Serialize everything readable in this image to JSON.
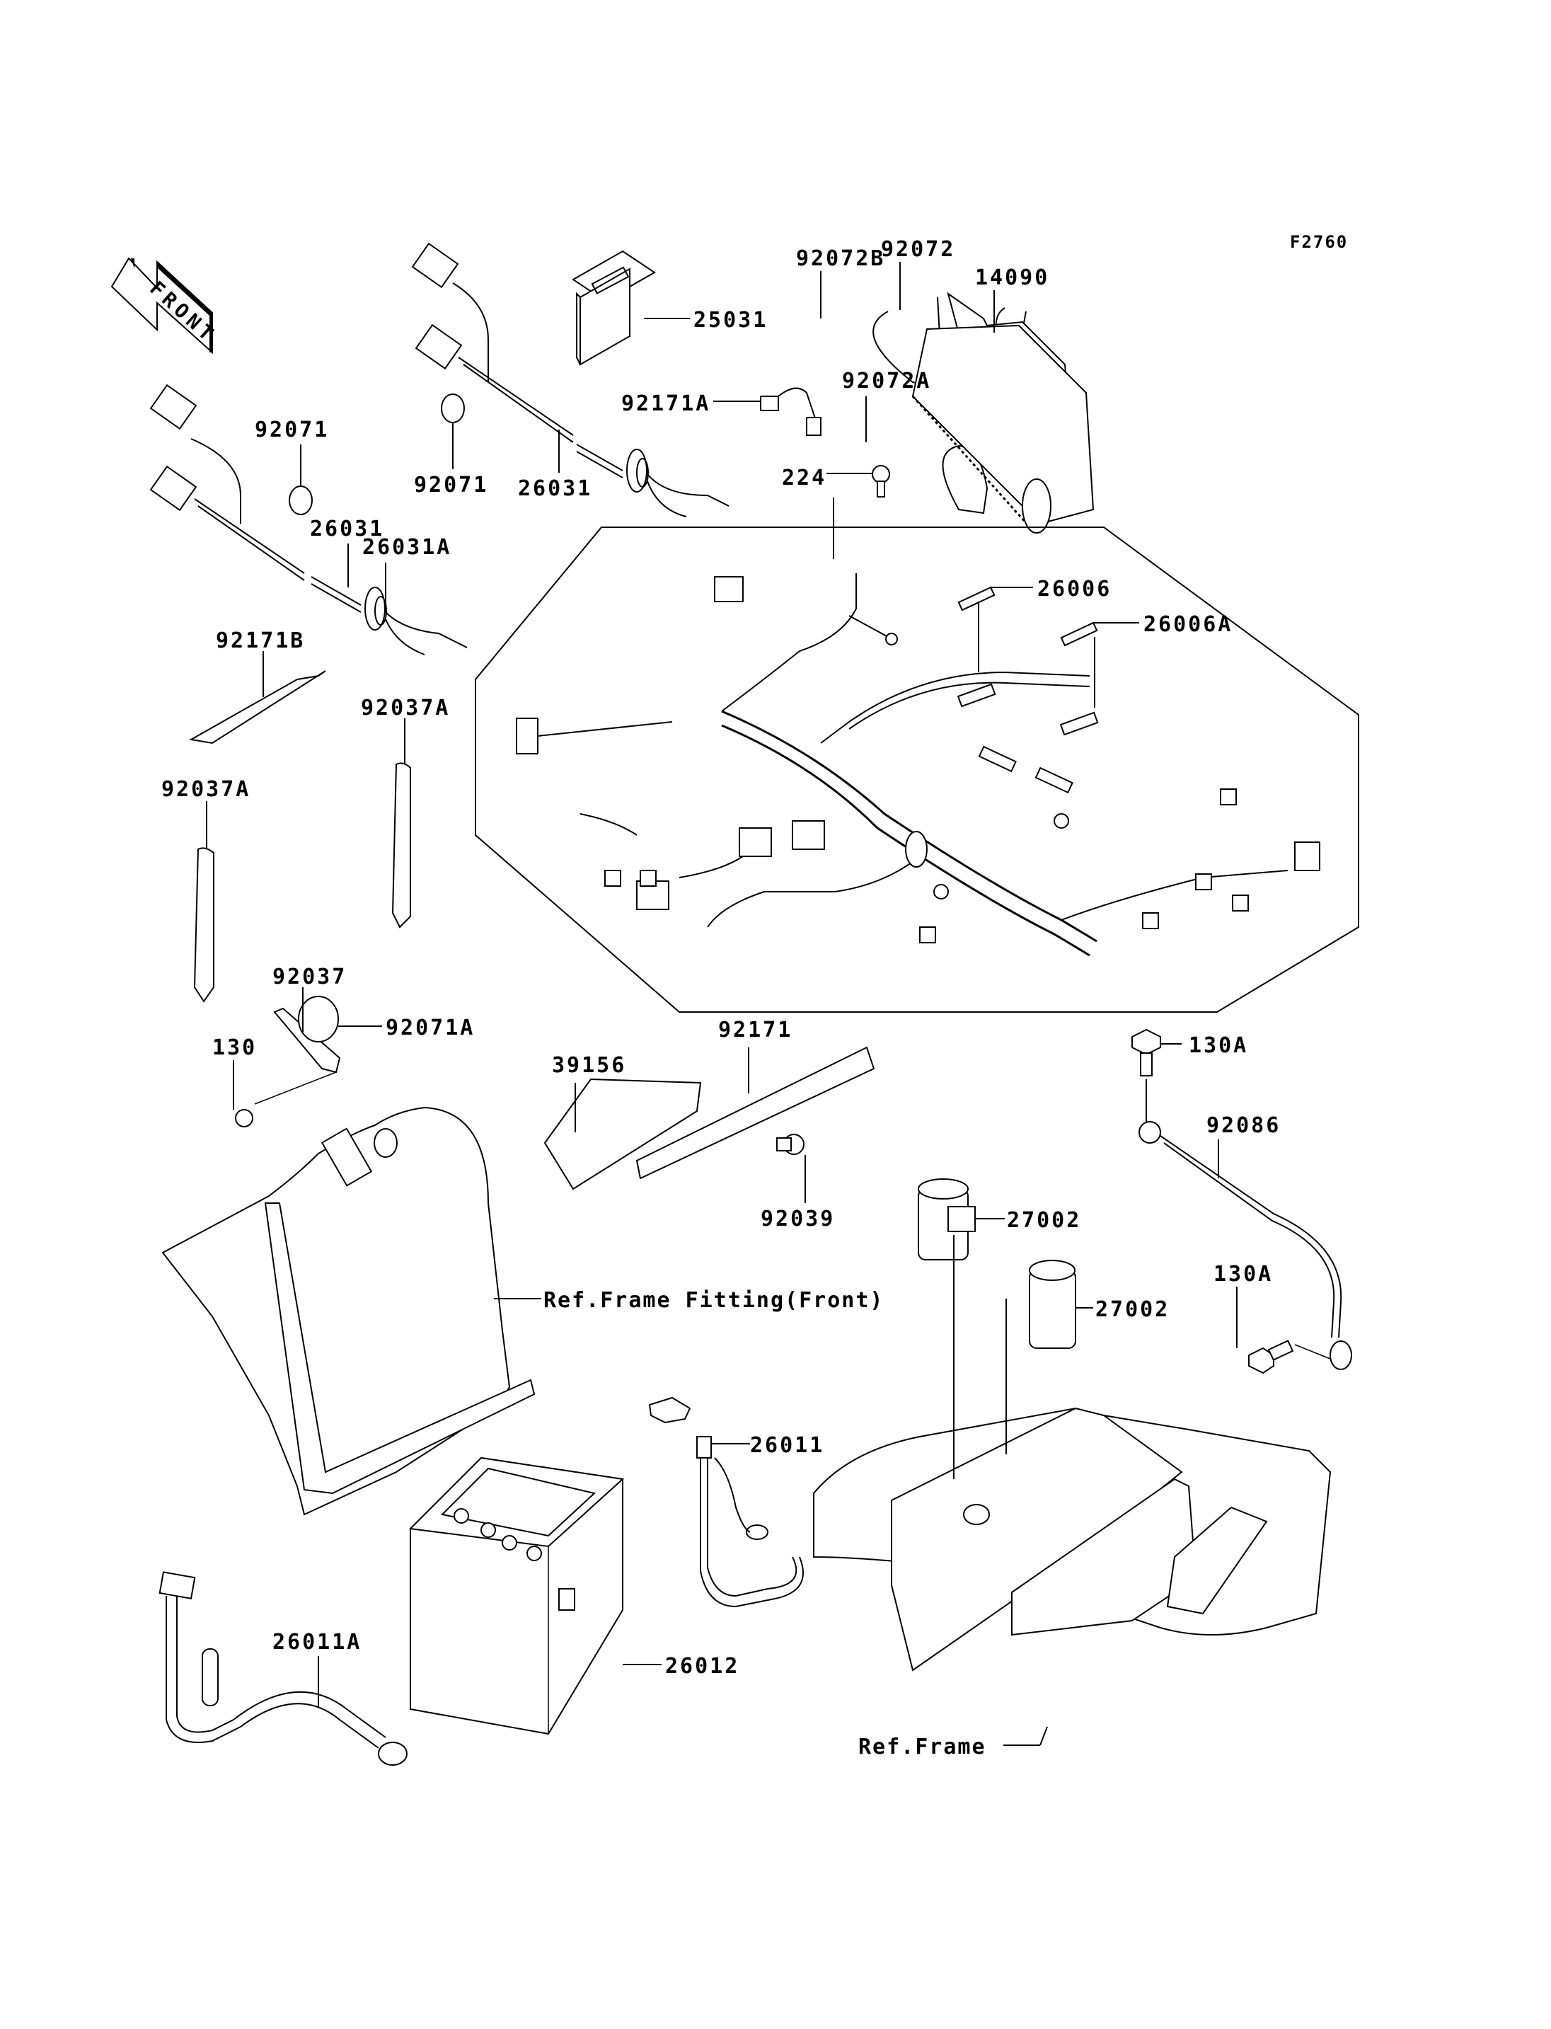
{
  "figure": {
    "id": "F2760",
    "orientation_arrow": "FRONT",
    "colors": {
      "line": "#000000",
      "background": "#ffffff"
    }
  },
  "parts": {
    "p25031": "25031",
    "p92171A": "92171A",
    "p92072B": "92072B",
    "p92072": "92072",
    "p92072A": "92072A",
    "p14090": "14090",
    "p224": "224",
    "p92071_a": "92071",
    "p92071_b": "92071",
    "p26031_a": "26031",
    "p26031_b": "26031",
    "p26031A": "26031A",
    "p26006": "26006",
    "p26006A": "26006A",
    "p92171B": "92171B",
    "p92037A_a": "92037A",
    "p92037A_b": "92037A",
    "p92037": "92037",
    "p130": "130",
    "p92071A": "92071A",
    "p39156": "39156",
    "p92171": "92171",
    "p92039": "92039",
    "p130A_a": "130A",
    "p92086": "92086",
    "p130A_b": "130A",
    "p27002_a": "27002",
    "p27002_b": "27002",
    "p26011": "26011",
    "p26011A": "26011A",
    "p26012": "26012"
  },
  "references": {
    "frame_fitting_front": "Ref.Frame Fitting(Front)",
    "frame": "Ref.Frame"
  }
}
